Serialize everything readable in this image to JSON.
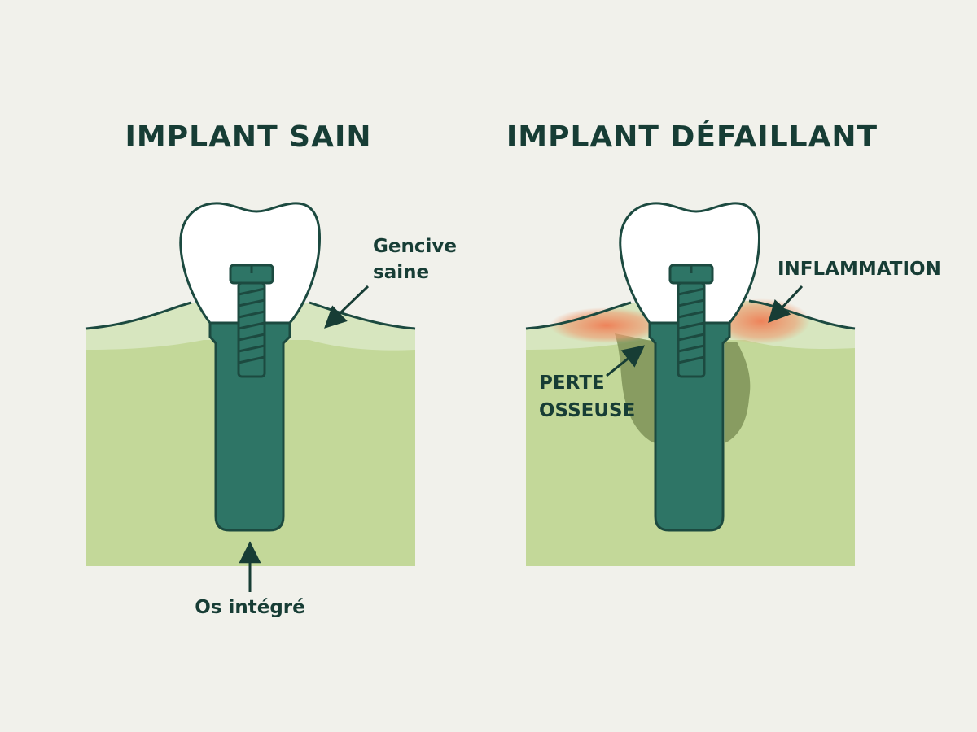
{
  "panels": [
    {
      "title": "IMPLANT SAIN",
      "labels": {
        "gum": [
          "Gencive",
          "saine"
        ],
        "bone": "Os intégré"
      }
    },
    {
      "title": "IMPLANT DÉFAILLANT",
      "labels": {
        "inflammation": "INFLAMMATION",
        "bone_loss": [
          "PERTE",
          "OSSEUSE"
        ]
      }
    }
  ],
  "colors": {
    "background": "#f1f1eb",
    "bone": "#c3d899",
    "gum": "#d7e6bf",
    "implant": "#2e7566",
    "outline": "#1c4a40",
    "inflammation": "#ef8a5c",
    "bone_loss": "#7e9257",
    "text": "#173d35"
  }
}
